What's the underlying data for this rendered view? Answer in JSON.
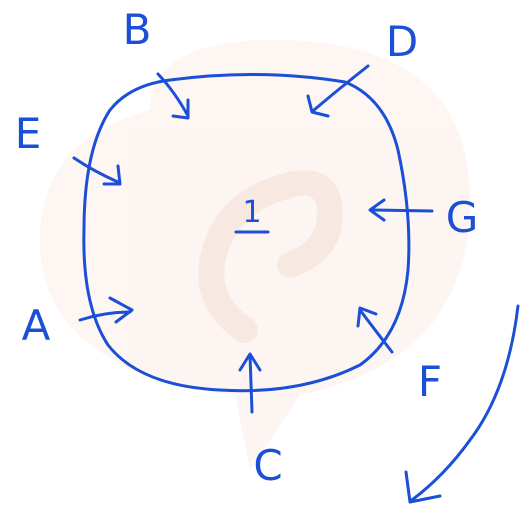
{
  "colors": {
    "ink": "#1a4fd6",
    "background": "#ffffff",
    "watermark": "#f6e3dd"
  },
  "diagram": {
    "region_label": "1",
    "points": {
      "B": "B",
      "D": "D",
      "E": "E",
      "G": "G",
      "A": "A",
      "F": "F",
      "C": "C"
    }
  }
}
